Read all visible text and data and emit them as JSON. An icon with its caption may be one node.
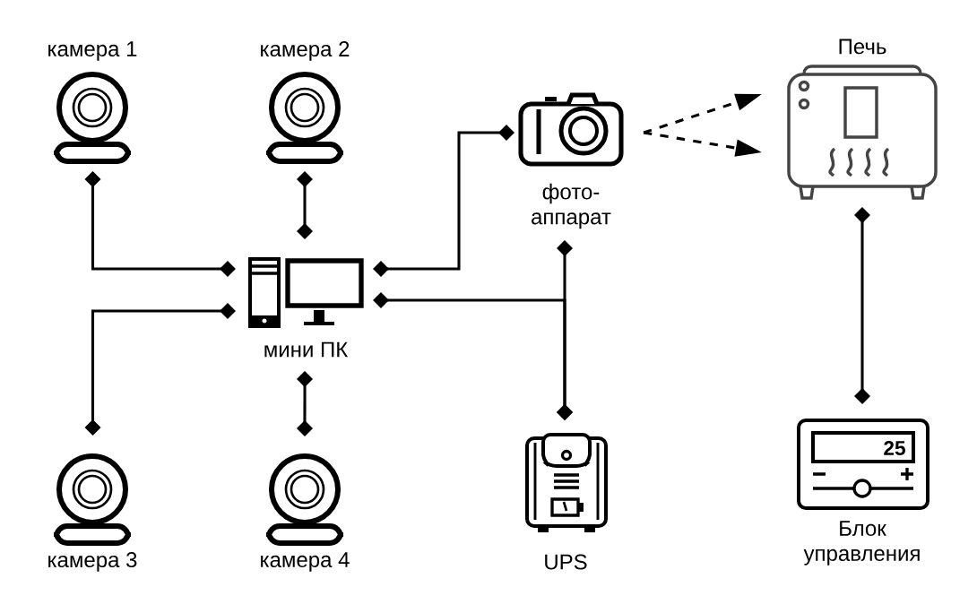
{
  "diagram": {
    "nodes": [
      {
        "text": [
          "камера 1"
        ]
      },
      {
        "text": [
          "камера 2"
        ]
      },
      {
        "text": [
          "мини ПК"
        ]
      },
      {
        "text": [
          "фото- аппарат"
        ]
      },
      {
        "text": [
          "Печь"
        ]
      },
      {
        "text": [
          "камера 3"
        ]
      },
      {
        "text": [
          "камера 4"
        ]
      },
      {
        "text": [
          "UPS"
        ]
      },
      {
        "text": [
          "Блок управления"
        ]
      }
    ],
    "edges": [
      {
        "from": 0,
        "to": 2,
        "arrow": "other"
      },
      {
        "from": 1,
        "to": 2,
        "arrow": "other"
      },
      {
        "from": 5,
        "to": 2,
        "arrow": "other"
      },
      {
        "from": 6,
        "to": 2,
        "arrow": "other"
      },
      {
        "from": 2,
        "to": 3,
        "arrow": "other"
      },
      {
        "from": 2,
        "to": 7,
        "arrow": "other"
      },
      {
        "from": 3,
        "to": 7,
        "arrow": "other"
      },
      {
        "from": 3,
        "to": 4,
        "arrow": "to",
        "style": "dashed"
      },
      {
        "from": 3,
        "to": 4,
        "arrow": "to",
        "style": "dashed"
      },
      {
        "from": 4,
        "to": 8,
        "arrow": "other"
      }
    ],
    "labels": [
      "25"
    ]
  }
}
